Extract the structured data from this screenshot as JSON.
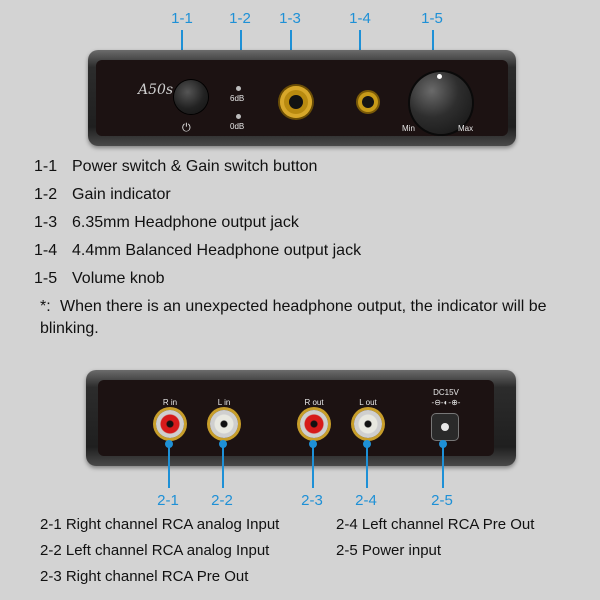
{
  "front": {
    "callouts": [
      "1-1",
      "1-2",
      "1-3",
      "1-4",
      "1-5"
    ],
    "model": "A50s",
    "power_symbol": "⏻",
    "gain_high": "6dB",
    "gain_low": "0dB",
    "knob_min": "Min",
    "knob_max": "Max"
  },
  "features": [
    {
      "code": "1-1",
      "text": "Power switch & Gain switch button"
    },
    {
      "code": "1-2",
      "text": "Gain indicator"
    },
    {
      "code": "1-3",
      "text": "6.35mm Headphone output jack"
    },
    {
      "code": "1-4",
      "text": "4.4mm Balanced Headphone output jack"
    },
    {
      "code": "1-5",
      "text": "Volume knob"
    }
  ],
  "note": {
    "mark": "*:",
    "text": "When there is an unexpected headphone output, the indicator will be blinking."
  },
  "rear": {
    "callouts": [
      "2-1",
      "2-2",
      "2-3",
      "2-4",
      "2-5"
    ],
    "ports": [
      "R in",
      "L in",
      "R out",
      "L out"
    ],
    "dc_label": "DC15V",
    "dc_symbol": "-⊖-◐-⊕-"
  },
  "io_list": [
    "2-1 Right channel RCA analog Input",
    "2-2 Left channel RCA analog Input",
    "2-3 Right channel RCA Pre Out",
    "2-4 Left channel RCA Pre Out",
    "2-5 Power input"
  ],
  "colors": {
    "background": "#d3d3d3",
    "callout": "#1e90d6",
    "jack_gold": "#c79a18",
    "rca_red": "#d61a1a"
  }
}
